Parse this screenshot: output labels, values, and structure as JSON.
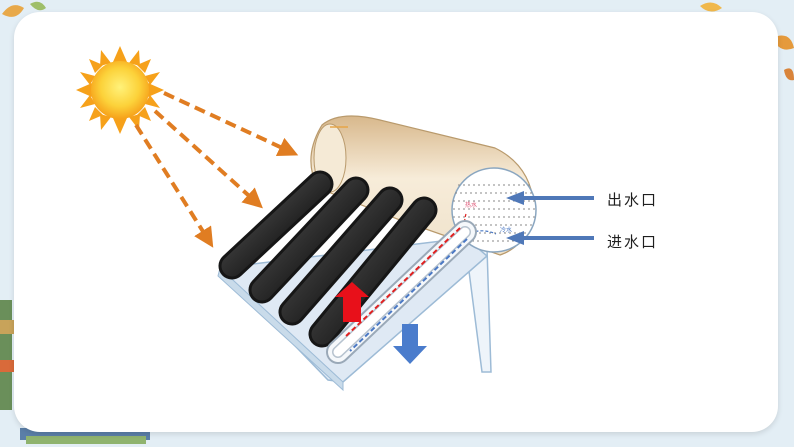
{
  "labels": {
    "outlet": "出水口",
    "inlet": "进水口",
    "hot_water": "热水",
    "cold_water": "冷水"
  },
  "colors": {
    "sun": "#f8b21a",
    "ray_arrow": "#e07d22",
    "pointer_arrow": "#4f78b8",
    "hot_flow": "#e02020",
    "cold_flow": "#4a78c4",
    "tank": "#e9d6b8",
    "tube": "#2a2a2a",
    "frame": "#b9d3e8"
  },
  "icons": [
    "sun-icon",
    "leaf-decoration-icon",
    "book-stack-icon"
  ]
}
